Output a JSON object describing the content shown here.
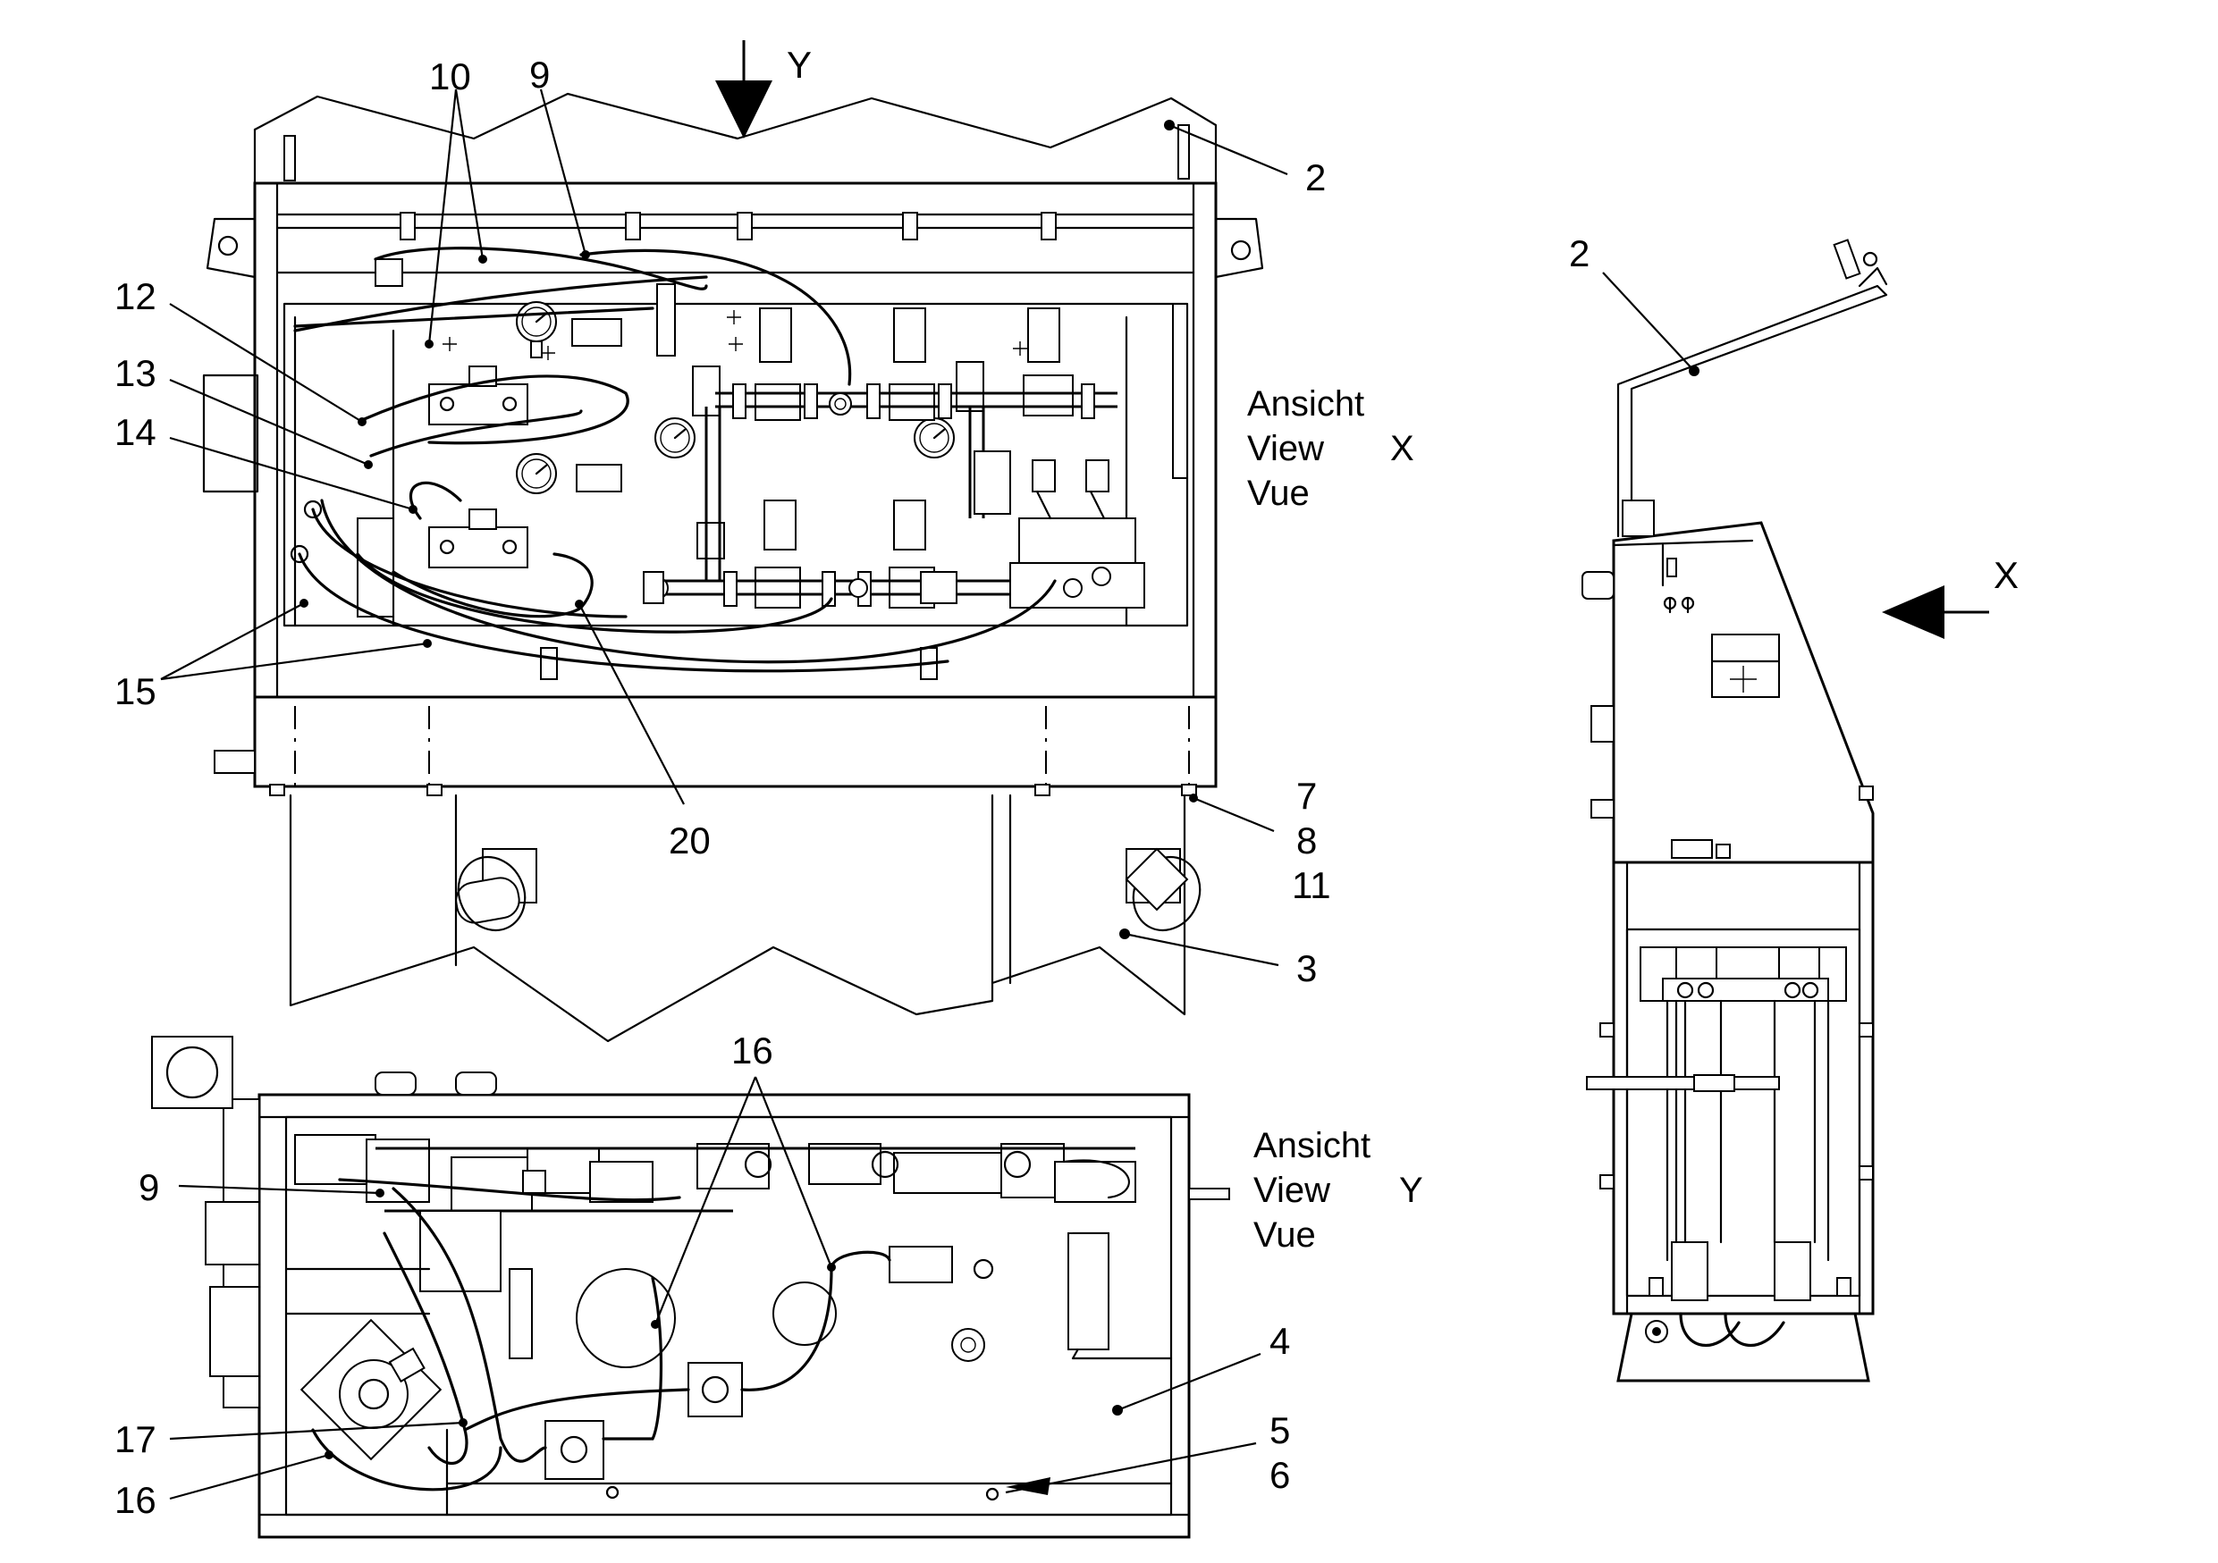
{
  "labels": {
    "p10": "10",
    "p9_top": "9",
    "pY_arrow": "Y",
    "p2_top": "2",
    "p12": "12",
    "p13": "13",
    "p14": "14",
    "p15": "15",
    "p20": "20",
    "p7": "7",
    "p8": "8",
    "p11": "11",
    "p3": "3",
    "p16_top": "16",
    "p9_bottom": "9",
    "p4": "4",
    "p5": "5",
    "p6": "6",
    "p17": "17",
    "p16_bottom": "16",
    "p2_side": "2",
    "pX_arrow": "X"
  },
  "view_x": {
    "line1": "Ansicht",
    "line2": "View",
    "line3": "Vue",
    "letter": "X"
  },
  "view_y": {
    "line1": "Ansicht",
    "line2": "View",
    "line3": "Vue",
    "letter": "Y"
  }
}
